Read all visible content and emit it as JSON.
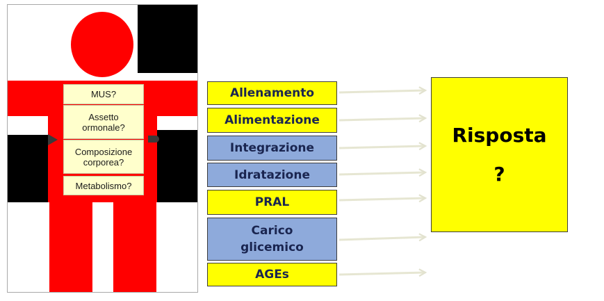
{
  "figure": {
    "notes": [
      "MUS?",
      "Assetto ormonale?",
      "Composizione corporea?",
      "Metabolismo?"
    ]
  },
  "factors": [
    {
      "label": "Allenamento",
      "color": "#ffff00"
    },
    {
      "label": "Alimentazione",
      "color": "#ffff00"
    },
    {
      "label": "Integrazione",
      "color": "#8eaadb"
    },
    {
      "label": "Idratazione",
      "color": "#8eaadb"
    },
    {
      "label": "PRAL",
      "color": "#ffff00"
    },
    {
      "label": "Carico glicemico",
      "color": "#8eaadb"
    },
    {
      "label": "AGEs",
      "color": "#ffff00"
    }
  ],
  "response": {
    "title": "Risposta",
    "question": "?"
  },
  "colors": {
    "figure": "#ff0000",
    "figure_shadow": "#000000",
    "note_fill": "#ffffcc",
    "arrow": "#e6e6d2",
    "text": "#1a2550"
  }
}
